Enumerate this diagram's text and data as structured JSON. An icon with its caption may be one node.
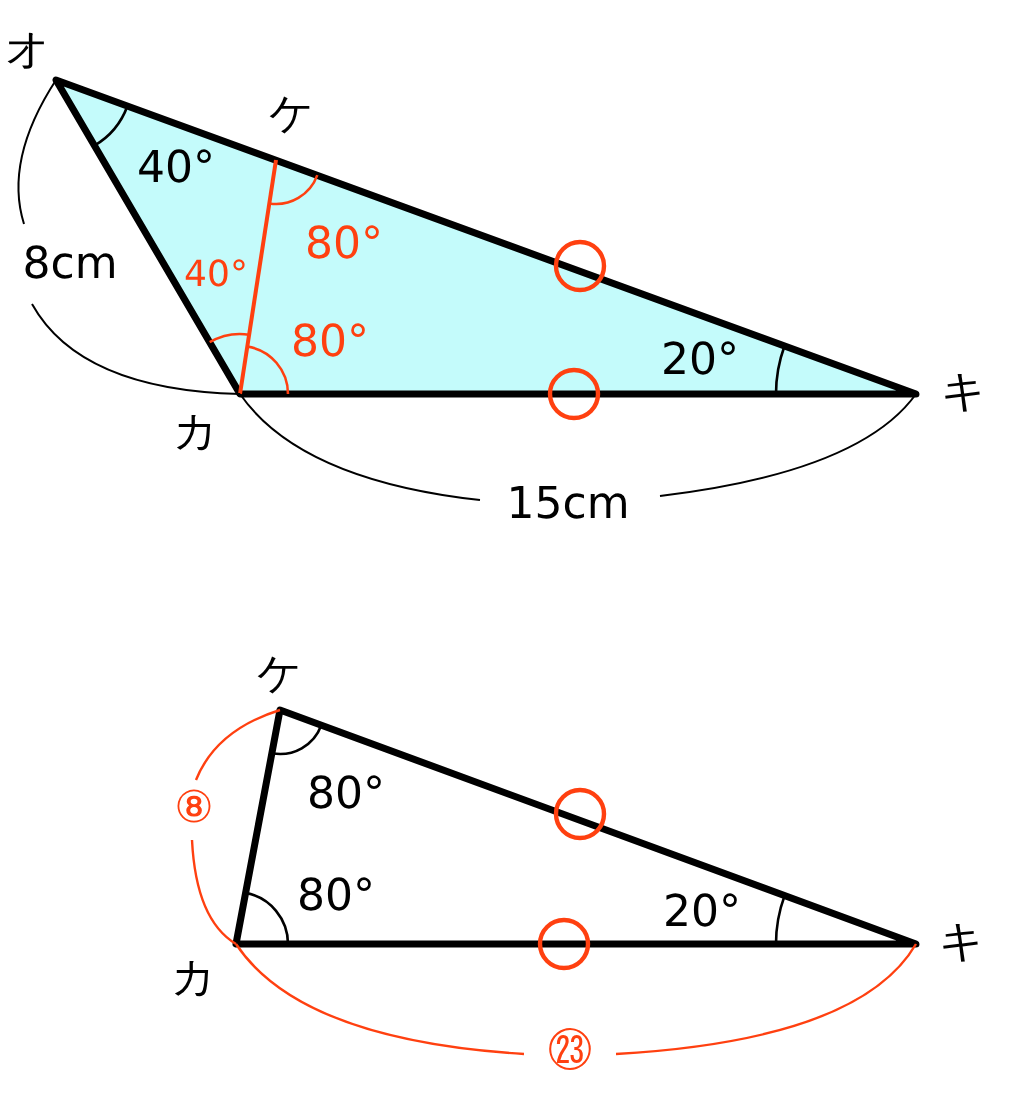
{
  "diagram": {
    "labels": [
      "オ",
      "ケ",
      "40°",
      "8cm",
      "40°",
      "80°",
      "80°",
      "20°",
      "カ",
      "キ",
      "15cm",
      "ケ",
      "⑧",
      "80°",
      "80°",
      "20°",
      "カ",
      "キ",
      "㉓"
    ]
  }
}
